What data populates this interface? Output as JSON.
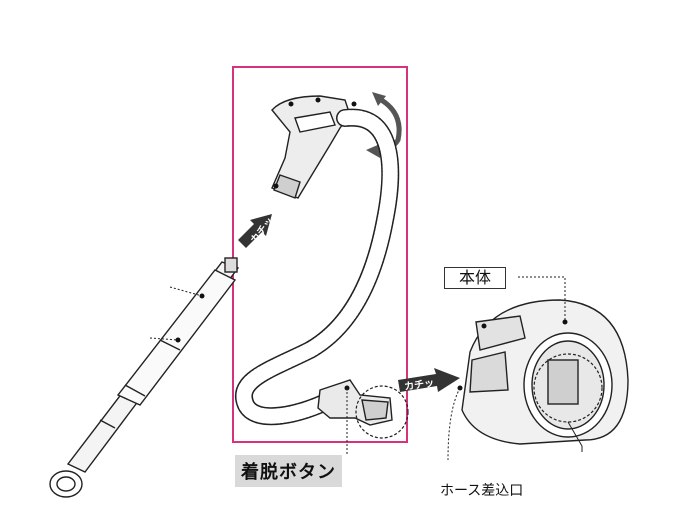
{
  "labels": {
    "main_body": "本体",
    "detach_button": "着脱ボタン",
    "hose_inlet": "ホース差込口",
    "click_top": "カチッ",
    "click_right": "カチッ"
  },
  "colors": {
    "frame": "#d6337e",
    "line": "#222222",
    "arrow": "#333333",
    "label_bg": "#d9d9d9"
  }
}
